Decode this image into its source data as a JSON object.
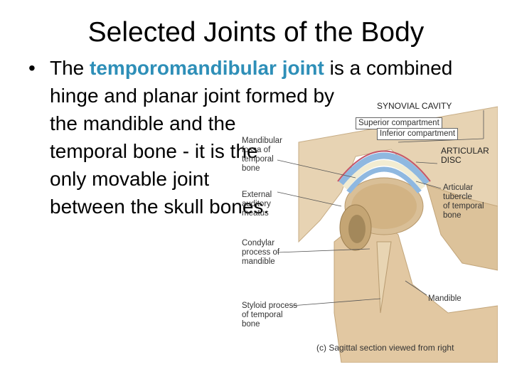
{
  "slide": {
    "title": "Selected Joints of the Body",
    "bullet": {
      "line1_pre": "The ",
      "line1_highlight": "temporomandibular joint",
      "line1_post": " is a combined",
      "line2": "hinge and planar joint formed by",
      "line3": "the mandible and the",
      "line4": "temporal bone - it is the",
      "line5": "only movable joint",
      "line6": "between the skull bones."
    },
    "colors": {
      "highlight": "#2e8fb8"
    }
  },
  "figure": {
    "labels": {
      "synovial_cavity": "SYNOVIAL CAVITY",
      "superior_compartment": "Superior compartment",
      "inferior_compartment": "Inferior compartment",
      "mandibular_fossa": "Mandibular\nfossa of\ntemporal\nbone",
      "articular_disc": "ARTICULAR\nDISC",
      "external_auditory_meatus": "External\nauditory\nmeatus",
      "articular_tubercle": "Articular\ntubercle\nof temporal\nbone",
      "condylar_process": "Condylar\nprocess of\nmandible",
      "mandible": "Mandible",
      "styloid_process": "Styloid process\nof temporal\nbone"
    },
    "caption": "(c) Sagittal section viewed from right"
  }
}
